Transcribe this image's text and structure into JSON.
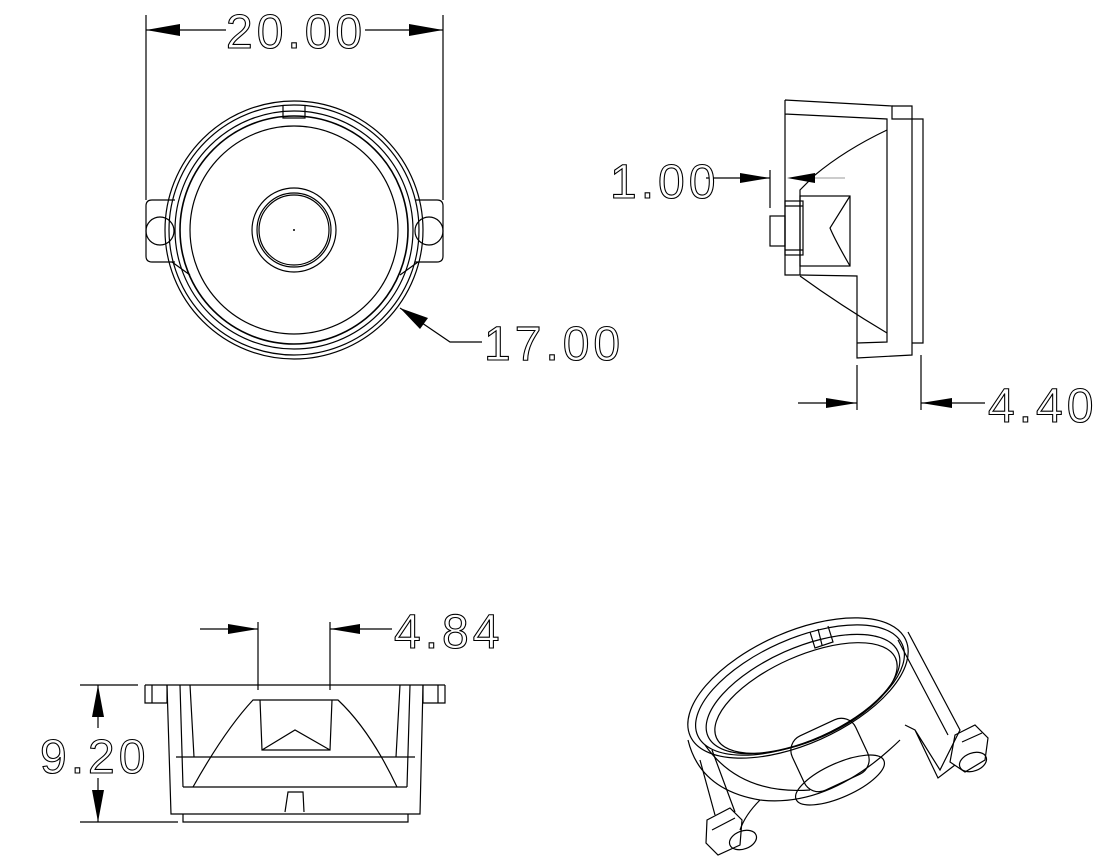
{
  "drawing": {
    "dimensions": {
      "overall_width": "20.00",
      "inner_diameter": "17.00",
      "lens_offset": "1.00",
      "flange_depth": "4.40",
      "lens_width": "4.84",
      "height": "9.20"
    },
    "views": [
      "top-view",
      "side-view",
      "front-view",
      "isometric-view"
    ]
  }
}
